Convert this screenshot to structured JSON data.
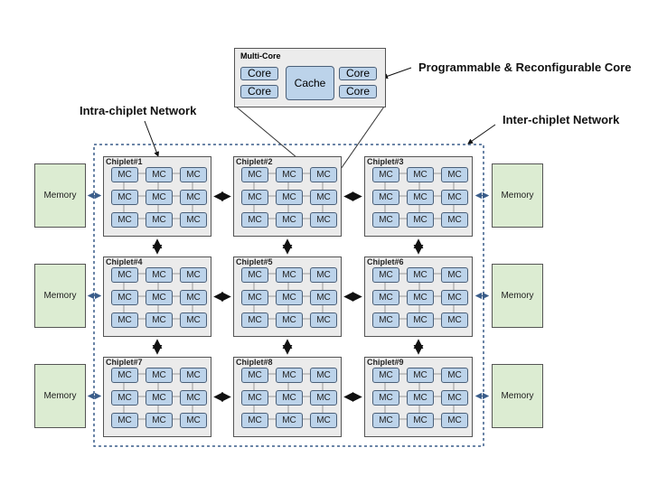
{
  "labels": {
    "programmable_core": "Programmable & Reconfigurable Core",
    "intra_chiplet": "Intra-chiplet Network",
    "inter_chiplet": "Inter-chiplet Network"
  },
  "multicore": {
    "title": "Multi-Core",
    "cores": [
      "Core",
      "Core",
      "Core",
      "Core"
    ],
    "cache": "Cache"
  },
  "chiplets": [
    {
      "title": "Chiplet#1"
    },
    {
      "title": "Chiplet#2"
    },
    {
      "title": "Chiplet#3"
    },
    {
      "title": "Chiplet#4"
    },
    {
      "title": "Chiplet#5"
    },
    {
      "title": "Chiplet#6"
    },
    {
      "title": "Chiplet#7"
    },
    {
      "title": "Chiplet#8"
    },
    {
      "title": "Chiplet#9"
    }
  ],
  "mc_label": "MC",
  "memory_label": "Memory",
  "colors": {
    "core_fill": "#bcd3ea",
    "memory_fill": "#dcecd2",
    "chiplet_fill": "#ebebeb",
    "network_dash": "#3a5d8a"
  }
}
